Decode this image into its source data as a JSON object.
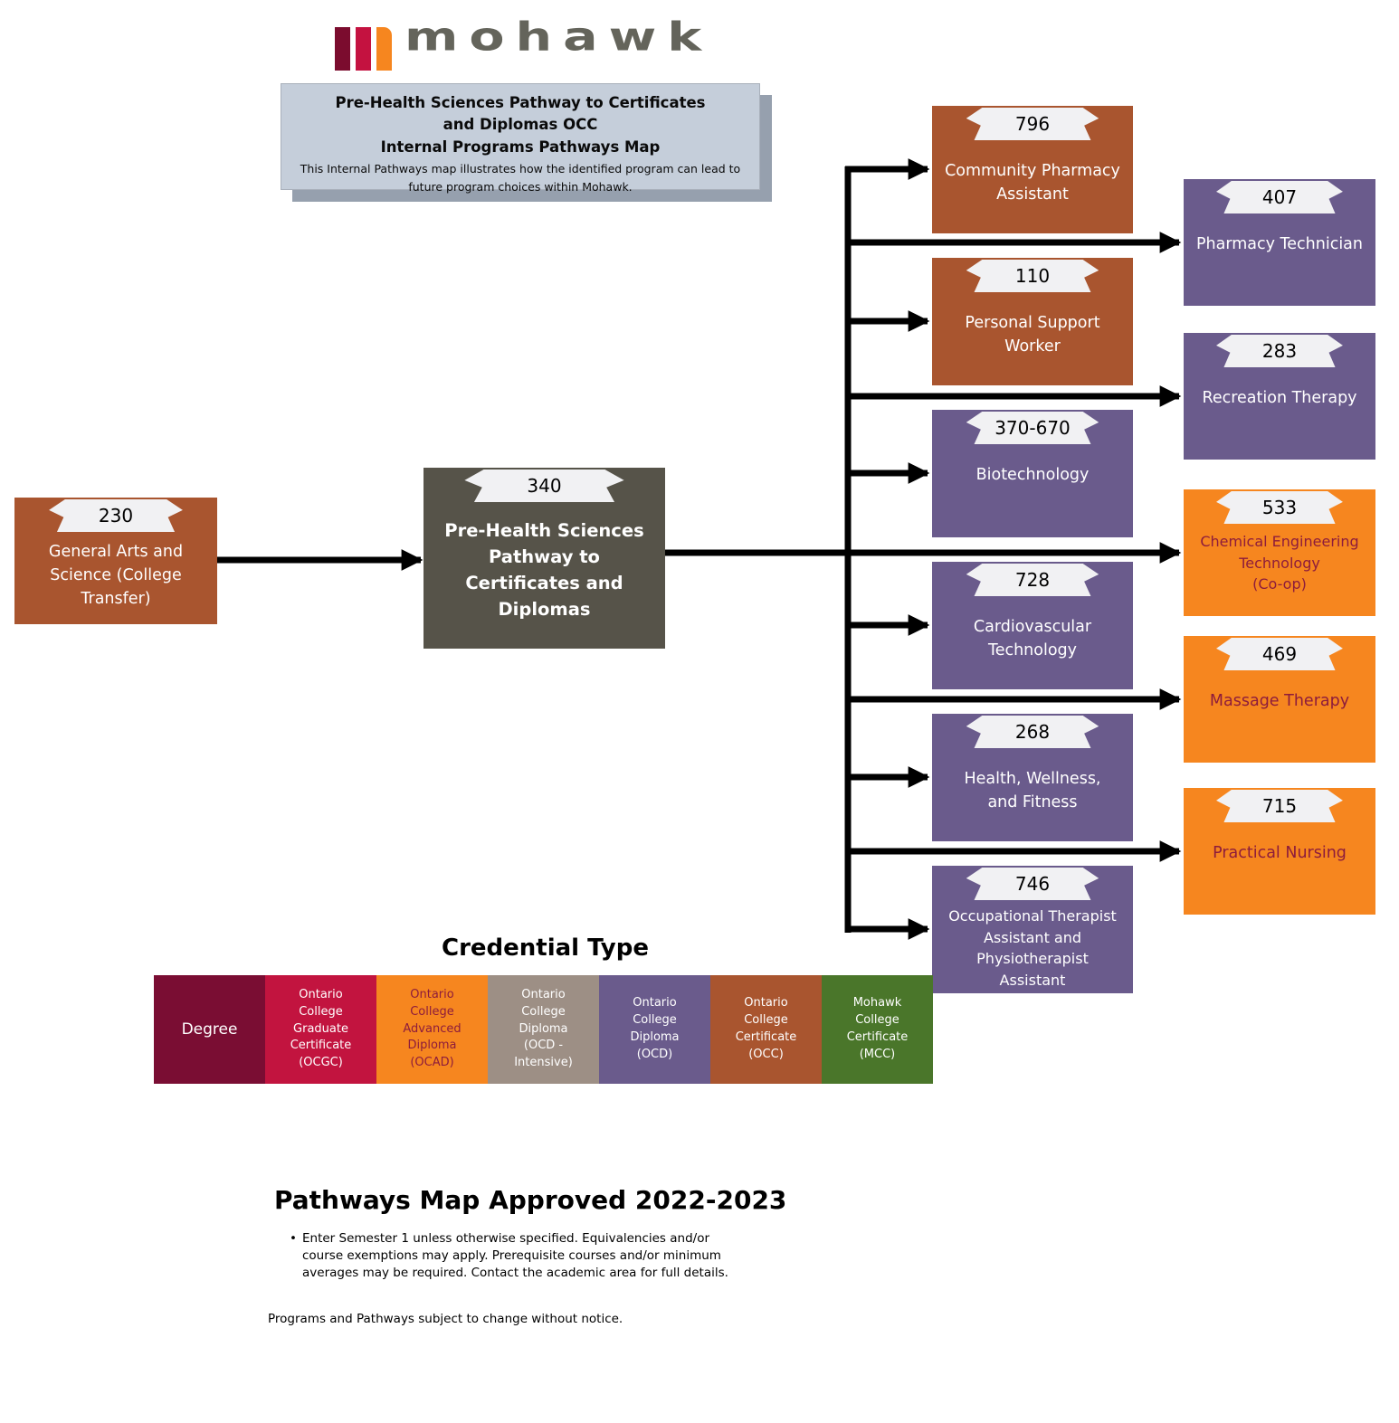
{
  "logo": {
    "text": "mohawk",
    "bar_colors": [
      "#7B0C2E",
      "#C41240",
      "#F6861F"
    ]
  },
  "header": {
    "title_lines": [
      "Pre-Health Sciences Pathway to Certificates",
      "and Diplomas OCC",
      "Internal Programs Pathways Map"
    ],
    "description": "This Internal Pathways map illustrates how the identified program can lead to future program choices within Mohawk."
  },
  "programs": {
    "source": {
      "code": "230",
      "name": "General Arts and Science (College Transfer)",
      "lines": [
        "General Arts and",
        "Science (College",
        "Transfer)"
      ],
      "credential": "OCC"
    },
    "pathway": {
      "code": "340",
      "name": "Pre-Health Sciences Pathway to Certificates and Diplomas",
      "lines": [
        "Pre-Health Sciences",
        "Pathway to",
        "Certificates and",
        "Diplomas"
      ]
    },
    "targets": [
      {
        "code": "796",
        "name": "Community Pharmacy Assistant",
        "lines": [
          "Community Pharmacy",
          "Assistant"
        ],
        "credential": "OCC"
      },
      {
        "code": "110",
        "name": "Personal Support Worker",
        "lines": [
          "Personal Support",
          "Worker"
        ],
        "credential": "OCC"
      },
      {
        "code": "370-670",
        "name": "Biotechnology",
        "lines": [
          "Biotechnology"
        ],
        "credential": "OCD"
      },
      {
        "code": "728",
        "name": "Cardiovascular Technology",
        "lines": [
          "Cardiovascular",
          "Technology"
        ],
        "credential": "OCD"
      },
      {
        "code": "268",
        "name": "Health, Wellness, and Fitness",
        "lines": [
          "Health, Wellness,",
          "and Fitness"
        ],
        "credential": "OCD"
      },
      {
        "code": "746",
        "name": "Occupational Therapist Assistant and Physiotherapist Assistant",
        "lines": [
          "Occupational Therapist",
          "Assistant and",
          "Physiotherapist",
          "Assistant"
        ],
        "credential": "OCD"
      },
      {
        "code": "407",
        "name": "Pharmacy Technician",
        "lines": [
          "Pharmacy Technician"
        ],
        "credential": "OCD"
      },
      {
        "code": "283",
        "name": "Recreation Therapy",
        "lines": [
          "Recreation Therapy"
        ],
        "credential": "OCD"
      },
      {
        "code": "533",
        "name": "Chemical Engineering Technology (Co-op)",
        "lines": [
          "Chemical Engineering",
          "Technology",
          "(Co-op)"
        ],
        "credential": "OCAD"
      },
      {
        "code": "469",
        "name": "Massage Therapy",
        "lines": [
          "Massage Therapy"
        ],
        "credential": "OCAD"
      },
      {
        "code": "715",
        "name": "Practical Nursing",
        "lines": [
          "Practical Nursing"
        ],
        "credential": "OCAD"
      }
    ]
  },
  "legend": {
    "title": "Credential Type",
    "items": [
      {
        "label": "Degree",
        "lines": [
          "Degree"
        ],
        "color": "#7A0D33"
      },
      {
        "label": "Ontario College Graduate Certificate (OCGC)",
        "lines": [
          "Ontario",
          "College",
          "Graduate",
          "Certificate",
          "(OCGC)"
        ],
        "color": "#C2143F"
      },
      {
        "label": "Ontario College Advanced Diploma (OCAD)",
        "lines": [
          "Ontario",
          "College",
          "Advanced",
          "Diploma",
          "(OCAD)"
        ],
        "color": "#F6861F"
      },
      {
        "label": "Ontario College Diploma (OCD - Intensive)",
        "lines": [
          "Ontario",
          "College",
          "Diploma",
          "(OCD -",
          "Intensive)"
        ],
        "color": "#9D8F85"
      },
      {
        "label": "Ontario College Diploma (OCD)",
        "lines": [
          "Ontario",
          "College",
          "Diploma",
          "(OCD)"
        ],
        "color": "#6A5B8C"
      },
      {
        "label": "Ontario College Certificate (OCC)",
        "lines": [
          "Ontario",
          "College",
          "Certificate",
          "(OCC)"
        ],
        "color": "#A9552F"
      },
      {
        "label": "Mohawk College Certificate (MCC)",
        "lines": [
          "Mohawk",
          "College",
          "Certificate",
          "(MCC)"
        ],
        "color": "#4A762A"
      }
    ]
  },
  "footer": {
    "heading": "Pathways Map Approved 2022-2023",
    "bullet": "Enter Semester 1 unless otherwise specified. Equivalencies and/or course exemptions may apply. Prerequisite courses and/or minimum averages may be required. Contact the academic area for full details.",
    "note": "Programs and Pathways subject to change without notice."
  }
}
